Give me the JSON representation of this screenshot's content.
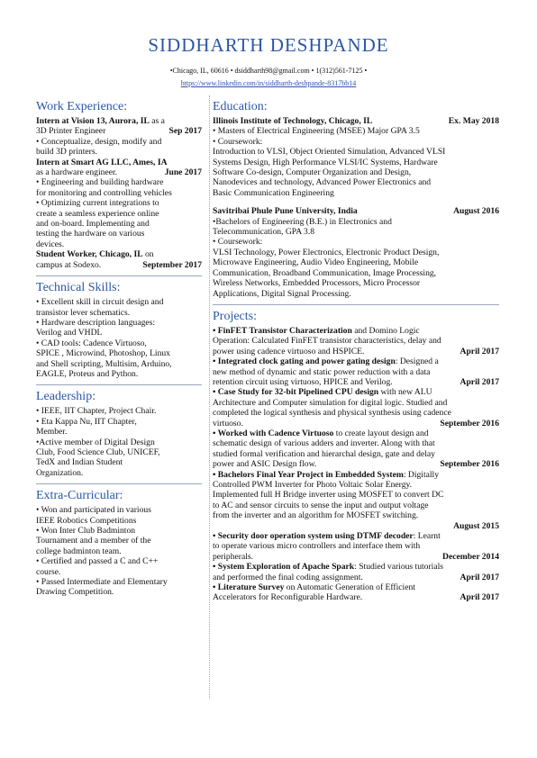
{
  "header": {
    "name": "SIDDHARTH DESHPANDE",
    "contact_line": "•Chicago, IL, 60616 • dsiddharth98@gmail.com • 1(312)561-7125 •",
    "linkedin": "https://www.linkedin.com/in/siddharth-deshpande-8317bb14"
  },
  "work": {
    "title": "Work Experience:",
    "job1_title": "Intern at Vision 13, Aurora, IL",
    "job1_title_tail": " as a",
    "job1_role": "3D Printer Engineer",
    "job1_date": "Sep 2017",
    "job1_bullets": [
      "• Conceptualize, design, modify and",
      "build 3D printers."
    ],
    "job2_title": "Intern at Smart AG LLC, Ames, IA",
    "job2_role": "as a hardware engineer.",
    "job2_date": "June 2017",
    "job2_bullets": [
      "• Engineering and building hardware",
      "for monitoring and controlling vehicles",
      "• Optimizing current integrations to",
      "create a seamless experience online",
      "and on-board. Implementing and",
      "testing the hardware on various",
      "devices."
    ],
    "job3_title": "Student Worker, Chicago, IL",
    "job3_title_tail": " on",
    "job3_role": "campus at Sodexo.",
    "job3_date": "September 2017"
  },
  "skills": {
    "title": "Technical Skills:",
    "lines": [
      "• Excellent skill in circuit design and",
      "transistor lever schematics.",
      "• Hardware description languages:",
      "Verilog and VHDL",
      "• CAD tools: Cadence Virtuoso,",
      "SPICE , Microwind, Photoshop, Linux",
      "and Shell scripting, Multisim, Arduino,",
      "EAGLE, Proteus and Python."
    ]
  },
  "leadership": {
    "title": "Leadership:",
    "lines": [
      "• IEEE, IIT Chapter, Project Chair.",
      "• Eta Kappa Nu, IIT Chapter,",
      "Member.",
      "•Active member of Digital Design",
      "Club, Food Science Club, UNICEF,",
      "TedX and Indian Student",
      "Organization."
    ]
  },
  "extra": {
    "title": "Extra-Curricular:",
    "lines": [
      "• Won and participated in various",
      "IEEE Robotics Competitions",
      "• Won Inter Club Badminton",
      "Tournament and a member of the",
      "college badminton team.",
      "• Certified and passed a C and C++",
      "course.",
      "• Passed Intermediate and Elementary",
      "Drawing Competition."
    ]
  },
  "education": {
    "title": "Education:",
    "school1": "Illinois Institute of Technology, Chicago, IL",
    "school1_date": "Ex. May 2018",
    "school1_lines": [
      "• Masters of Electrical Engineering (MSEE) Major GPA 3.5",
      "• Coursework:",
      "Introduction to VLSI, Object Oriented Simulation, Advanced VLSI",
      "Systems Design, High Performance VLSI/IC Systems, Hardware",
      "Software Co-design, Computer Organization and Design,",
      "Nanodevices and technology, Advanced Power Electronics and",
      "Basic Communication Engineering"
    ],
    "school2": "Savitribai Phule Pune University, India",
    "school2_date": "August 2016",
    "school2_lines": [
      "•Bachelors of Engineering (B.E.) in Electronics and",
      "Telecommunication, GPA 3.8",
      "• Coursework:",
      "VLSI Technology, Power Electronics, Electronic Product Design,",
      "Microwave Engineering, Audio Video Engineering, Mobile",
      "Communication, Broadband Communication, Image Processing,",
      "Wireless Networks, Embedded Processors, Micro Processor",
      "Applications, Digital Signal Processing."
    ]
  },
  "projects": {
    "title": "Projects:",
    "p1_bold": "• FinFET Transistor Characterization",
    "p1_rest": " and Domino Logic",
    "p1_lines": [
      "Operation: Calculated FinFET transistor characteristics, delay and",
      "power using cadence virtuoso and HSPICE."
    ],
    "p1_date": "April 2017",
    "p2_bold": "• Integrated clock gating and power gating design",
    "p2_rest": ": Designed a",
    "p2_lines": [
      "new method of dynamic and static power reduction with a data",
      "retention circuit using virtuoso, HPICE and Verilog."
    ],
    "p2_date": "April 2017",
    "p3_bold": "• Case Study for 32-bit Pipelined CPU design",
    "p3_rest": " with new ALU",
    "p3_lines": [
      "Architecture and Computer simulation for digital logic. Studied and",
      "completed the logical synthesis and physical synthesis using cadence",
      "virtuoso."
    ],
    "p3_date": "September 2016",
    "p4_bold": "• Worked with Cadence Virtuoso",
    "p4_rest": " to create layout design and",
    "p4_lines": [
      "schematic design of various adders and inverter. Along with that",
      "studied formal verification and hierarchal design, gate and delay",
      "power and ASIC Design flow."
    ],
    "p4_date": "September 2016",
    "p5_bold": "• Bachelors Final Year Project in Embedded System",
    "p5_rest": ": Digitally",
    "p5_lines": [
      "Controlled PWM Inverter for Photo Voltaic Solar Energy.",
      "Implemented full H Bridge inverter using MOSFET to convert DC",
      "to AC and sensor circuits to sense the input and output voltage",
      "from the inverter and an algorithm for MOSFET switching."
    ],
    "p5_date": "August 2015",
    "p6_bold": "• Security door operation system using DTMF decoder",
    "p6_rest": ": Learnt",
    "p6_lines": [
      "to operate various micro controllers and interface them with",
      "peripherals."
    ],
    "p6_date": "December 2014",
    "p7_bold": "• System Exploration of Apache Spark",
    "p7_rest": ": Studied various tutorials",
    "p7_lines": [
      "and performed the final coding assignment."
    ],
    "p7_date": "April 2017",
    "p8_bold": "• Literature Survey",
    "p8_rest": " on Automatic Generation of Efficient",
    "p8_lines": [
      "Accelerators for Reconfigurable Hardware."
    ],
    "p8_date": "April 2017"
  }
}
